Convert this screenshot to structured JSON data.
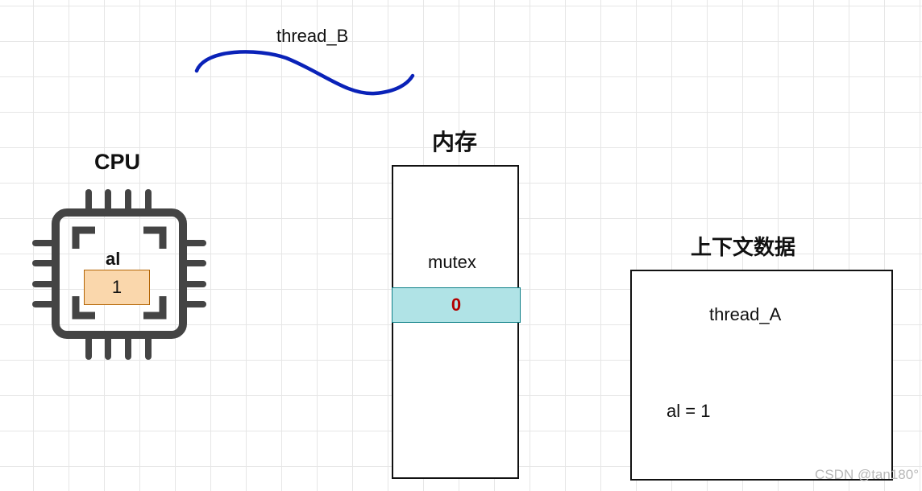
{
  "thread_b": {
    "label": "thread_B",
    "color": "#0a22b8"
  },
  "cpu": {
    "title": "CPU",
    "register_name": "al",
    "register_value": "1",
    "chip_color": "#444444"
  },
  "memory": {
    "title": "内存",
    "variable_name": "mutex",
    "value": "0"
  },
  "context": {
    "title": "上下文数据",
    "thread_label": "thread_A",
    "saved_value": "al = 1",
    "thread_color": "#b85450"
  },
  "watermark": "CSDN @tan180°"
}
